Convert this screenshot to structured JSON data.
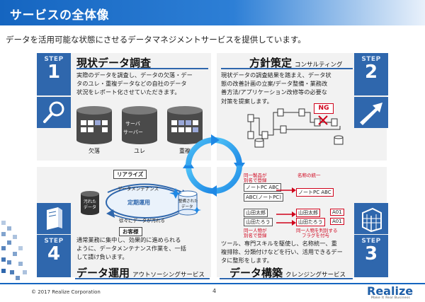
{
  "header": {
    "title": "サービスの全体像"
  },
  "lead": "データを活用可能な状態にさせるデータマネジメントサービスを提供しています。",
  "step_label": "STEP",
  "steps": [
    {
      "num": "1",
      "title": "現状データ調査",
      "subtitle": "",
      "desc": [
        "実際のデータを調査し、データの欠落・デー",
        "タのユレ・重複データなどの自社のデータ",
        "状況をレポート化させていただきます。"
      ],
      "cylinders": [
        "欠落",
        "ユレ",
        "重複"
      ],
      "cyl_text": [
        "サーバ",
        "サーバー"
      ]
    },
    {
      "num": "2",
      "title": "方針策定",
      "subtitle": "コンサルティング",
      "desc": [
        "現状データの調査結果を踏まえ、データ状",
        "態の改善計画の立案/データ整備・業務改",
        "善方法/アプリケーション改修等の必要な",
        "対策を提案します。"
      ],
      "ng": "NG"
    },
    {
      "num": "3",
      "title": "データ構築",
      "subtitle": "クレンジングサービス",
      "desc": [
        "ツール、専門スキルを駆使し、名称統一、重",
        "複排除、分類付けなどを行い、活用できるデー",
        "タに整形をします。"
      ],
      "notes": {
        "same_product": [
          "同一製品が",
          "別名で登録"
        ],
        "name_unify": "名称の統一",
        "same_person": [
          "同一人物が",
          "別名で登録"
        ],
        "flag": [
          "同一人物を判別する",
          "フラグを付与"
        ]
      },
      "left_boxes": [
        "ノートPC ABC",
        "ABC(ノートPC)",
        "山田太郎",
        "山田たろう"
      ],
      "right_boxes": [
        "ノートPC ABC",
        "山田太郎",
        "山田たろう"
      ],
      "flags": [
        "A01",
        "A01"
      ]
    },
    {
      "num": "4",
      "title": "データ運用",
      "subtitle": "アウトソーシングサービス",
      "desc": [
        "通常業務に集中し、効果的に進められる",
        "ように、データメンテナンス作業を、一括",
        "して請け負います。"
      ],
      "tags": [
        "リアライズ",
        "お客様"
      ],
      "labels": {
        "maintenance": "データメンテナンス",
        "regular": "定期運用",
        "dirty": [
          "汚れた",
          "データ"
        ],
        "clean": [
          "整備された",
          "データ"
        ],
        "gradual": "徐々にデータが汚れる"
      }
    }
  ],
  "footer": {
    "copyright": "© 2017 Realize Corporation",
    "page": "4",
    "brand": "Realize",
    "tagline": "Make It Real Business"
  },
  "colors": {
    "accent": "#2f67ad",
    "title_bar": "#1565c0",
    "ng": "#d0021b"
  }
}
